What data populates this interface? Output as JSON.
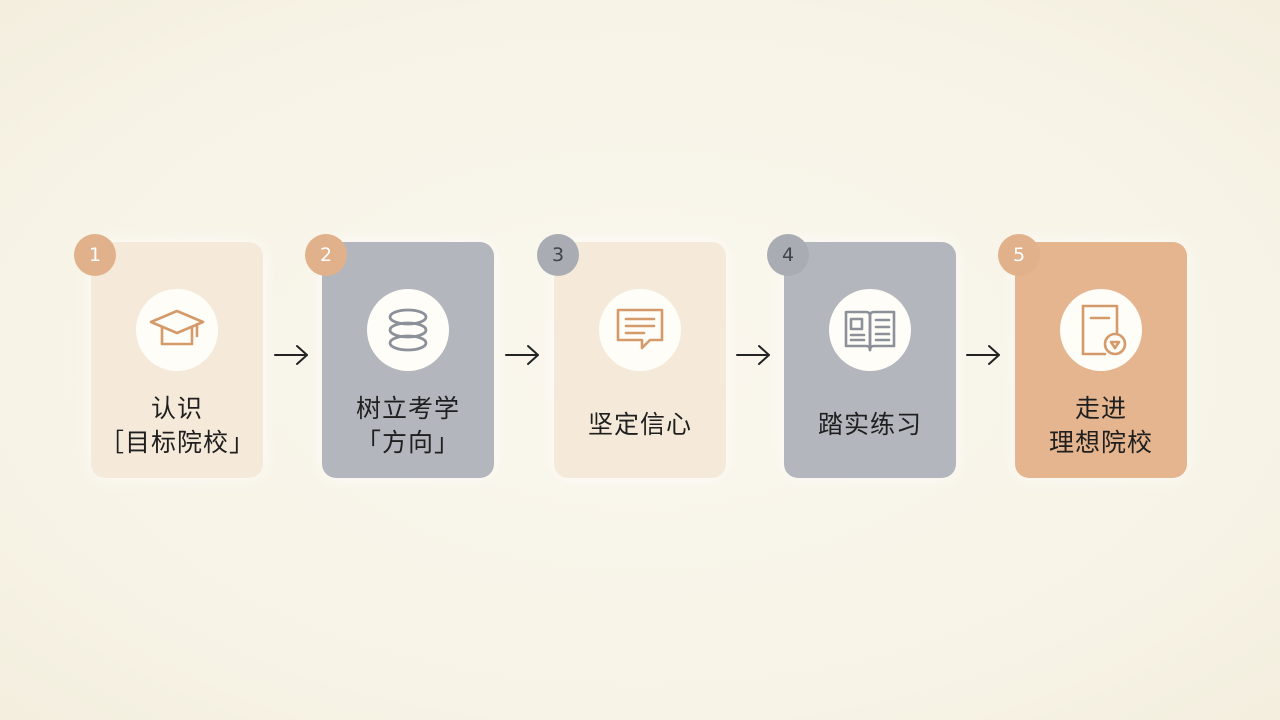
{
  "steps": [
    {
      "number": "1",
      "lines": [
        "认识",
        "［目标院校」"
      ],
      "icon": "graduation-cap-icon"
    },
    {
      "number": "2",
      "lines": [
        "树立考学",
        "「方向」"
      ],
      "icon": "stack-icon"
    },
    {
      "number": "3",
      "lines": [
        "坚定信心"
      ],
      "icon": "speech-bubble-icon"
    },
    {
      "number": "4",
      "lines": [
        "踏实练习"
      ],
      "icon": "open-book-icon"
    },
    {
      "number": "5",
      "lines": [
        "走进",
        "理想院校"
      ],
      "icon": "certificate-icon"
    }
  ],
  "colors": {
    "background": "#f8f5ea",
    "cream_card": "#f5ead9",
    "gray_card": "#b3b7bd",
    "peach_card": "#e4b58f",
    "peach_badge": "#e0b18b",
    "gray_badge": "#a9adb3",
    "icon_peach": "#d49a6a",
    "icon_gray": "#8c9099"
  }
}
